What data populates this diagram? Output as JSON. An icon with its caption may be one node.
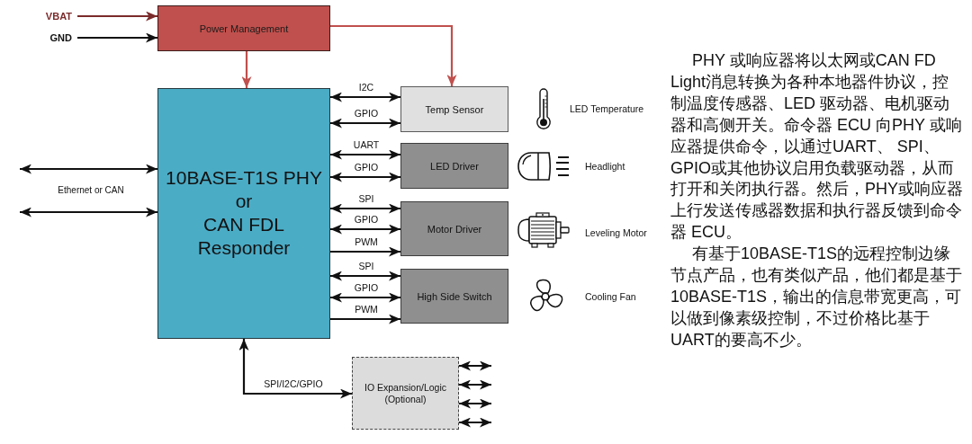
{
  "diagram": {
    "nodes": [
      {
        "text": [
          "VBAT"
        ]
      },
      {
        "text": [
          "GND"
        ]
      },
      {
        "text": [
          "Power Management"
        ]
      },
      {
        "text": [
          "10BASE-T1S PHY or CAN FDL Responder"
        ]
      },
      {
        "text": [
          "Temp Sensor"
        ]
      },
      {
        "text": [
          "LED Driver"
        ]
      },
      {
        "text": [
          "Motor Driver"
        ]
      },
      {
        "text": [
          "High Side Switch"
        ]
      },
      {
        "text": [
          "IO Expansion/Logic (Optional)"
        ]
      }
    ],
    "edges": [
      {
        "from": 0,
        "to": 2,
        "arrow": "to",
        "color": "#7b2b2b"
      },
      {
        "from": 1,
        "to": 2,
        "arrow": "to"
      },
      {
        "from": 2,
        "to": 3,
        "arrow": "to",
        "color": "#c0504d"
      },
      {
        "from": 2,
        "to": 4,
        "arrow": "to",
        "color": "#c0504d"
      },
      {
        "from": null,
        "to": 3,
        "arrow": "both"
      },
      {
        "from": null,
        "to": 3,
        "arrow": "both"
      },
      {
        "from": 3,
        "to": 4,
        "arrow": "both",
        "label": "I2C"
      },
      {
        "from": 3,
        "to": 4,
        "arrow": "both",
        "label": "GPIO"
      },
      {
        "from": 3,
        "to": 5,
        "arrow": "both",
        "label": "UART"
      },
      {
        "from": 3,
        "to": 5,
        "arrow": "both",
        "label": "GPIO"
      },
      {
        "from": 3,
        "to": 6,
        "arrow": "both",
        "label": "SPI"
      },
      {
        "from": 3,
        "to": 6,
        "arrow": "both",
        "label": "GPIO"
      },
      {
        "from": 3,
        "to": 6,
        "arrow": "to",
        "label": "PWM"
      },
      {
        "from": 3,
        "to": 7,
        "arrow": "both",
        "label": "SPI"
      },
      {
        "from": 3,
        "to": 7,
        "arrow": "both",
        "label": "GPIO"
      },
      {
        "from": 3,
        "to": 7,
        "arrow": "to",
        "label": "PWM"
      },
      {
        "from": 3,
        "to": 8,
        "arrow": "both",
        "label": "SPI/I2C/GPIO"
      },
      {
        "from": 8,
        "to": null,
        "arrow": "both"
      },
      {
        "from": 8,
        "to": null,
        "arrow": "both"
      },
      {
        "from": 8,
        "to": null,
        "arrow": "both"
      },
      {
        "from": 8,
        "to": null,
        "arrow": "both"
      }
    ],
    "labels": [
      "Ethernet or CAN",
      "LED Temperature",
      "Headlight",
      "Leveling Motor",
      "Cooling Fan",
      "PHY 或响应器将以太网或CAN FD Light消息转换为各种本地器件协议，控制温度传感器、LED 驱动器、电机驱动器和高侧开关。命令器 ECU 向PHY 或响应器提供命令，以通过UART、 SPI、GPIO或其他协议启用负载驱动器，从而打开和关闭执行器。然后，PHY或响应器上行发送传感器数据和执行器反馈到命令器 ECU。",
      "有基于10BASE-T1S的远程控制边缘节点产品，也有类似产品，他们都是基于10BASE-T1S，输出的信息带宽更高，可以做到像素级控制，不过价格比基于UART的要高不少。"
    ]
  }
}
